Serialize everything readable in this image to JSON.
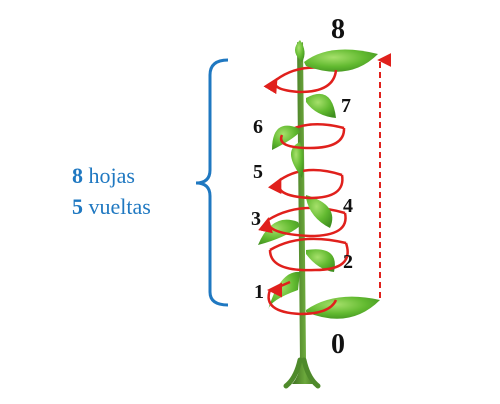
{
  "caption": {
    "line1_count": "8",
    "line1_word": "hojas",
    "line2_count": "5",
    "line2_word": "vueltas"
  },
  "leaf_numbers": {
    "n0": "0",
    "n1": "1",
    "n2": "2",
    "n3": "3",
    "n4": "4",
    "n5": "5",
    "n6": "6",
    "n7": "7",
    "n8": "8"
  },
  "colors": {
    "caption_blue": "#1f78c1",
    "stem_green": "#4f8a2b",
    "leaf_green": "#5cb82e",
    "spiral_red": "#e0201c"
  }
}
